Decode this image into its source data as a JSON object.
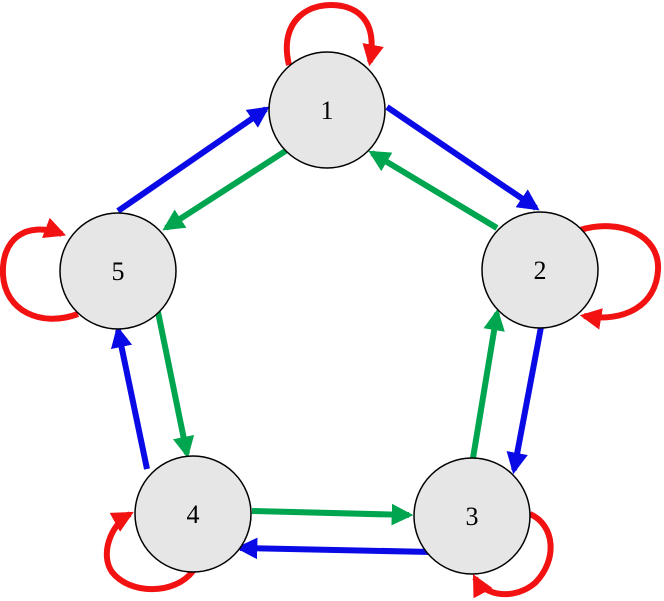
{
  "colors": {
    "blue": "#0a0ae6",
    "green": "#00a64f",
    "red": "#f21212",
    "node_fill": "#e6e6e6"
  },
  "nodes": [
    {
      "id": "1",
      "label": "1"
    },
    {
      "id": "2",
      "label": "2"
    },
    {
      "id": "3",
      "label": "3"
    },
    {
      "id": "4",
      "label": "4"
    },
    {
      "id": "5",
      "label": "5"
    }
  ],
  "edges": [
    {
      "from": "1",
      "to": "2",
      "color": "blue"
    },
    {
      "from": "2",
      "to": "3",
      "color": "blue"
    },
    {
      "from": "3",
      "to": "4",
      "color": "blue"
    },
    {
      "from": "4",
      "to": "5",
      "color": "blue"
    },
    {
      "from": "5",
      "to": "1",
      "color": "blue"
    },
    {
      "from": "2",
      "to": "1",
      "color": "green"
    },
    {
      "from": "1",
      "to": "5",
      "color": "green"
    },
    {
      "from": "5",
      "to": "4",
      "color": "green"
    },
    {
      "from": "4",
      "to": "3",
      "color": "green"
    },
    {
      "from": "3",
      "to": "2",
      "color": "green"
    },
    {
      "from": "1",
      "to": "1",
      "color": "red"
    },
    {
      "from": "2",
      "to": "2",
      "color": "red"
    },
    {
      "from": "3",
      "to": "3",
      "color": "red"
    },
    {
      "from": "4",
      "to": "4",
      "color": "red"
    },
    {
      "from": "5",
      "to": "5",
      "color": "red"
    }
  ]
}
